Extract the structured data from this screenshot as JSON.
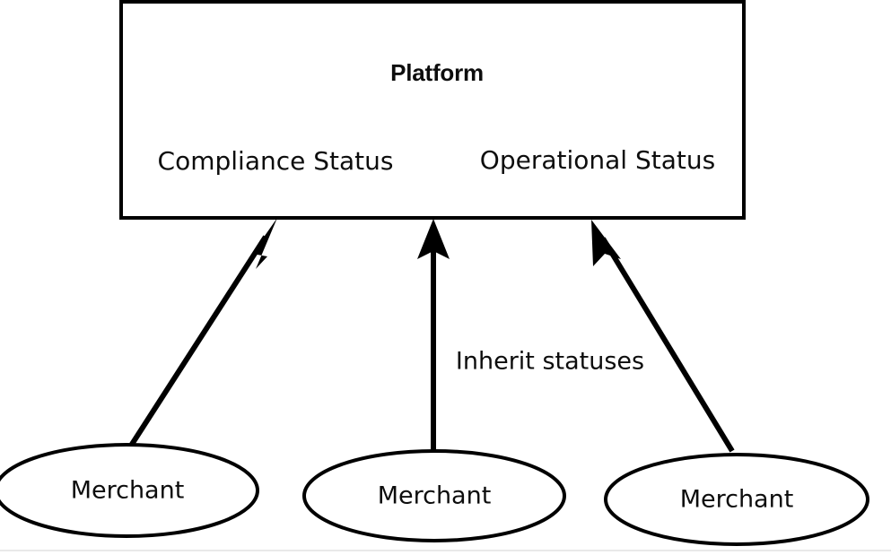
{
  "diagram": {
    "type": "entity-relationship",
    "background_color": "#ffffff",
    "stroke_color": "#000000",
    "text_color": "#0d0d0d",
    "footer_rule_color": "#e9e9e9",
    "platform": {
      "title": "Platform",
      "attributes": [
        {
          "label": "Compliance Status"
        },
        {
          "label": "Operational Status"
        }
      ]
    },
    "edges": {
      "label": "Inherit statuses",
      "direction": "merchant-to-platform",
      "count": 3
    },
    "merchants": [
      {
        "label": "Merchant"
      },
      {
        "label": "Merchant"
      },
      {
        "label": "Merchant"
      }
    ]
  }
}
